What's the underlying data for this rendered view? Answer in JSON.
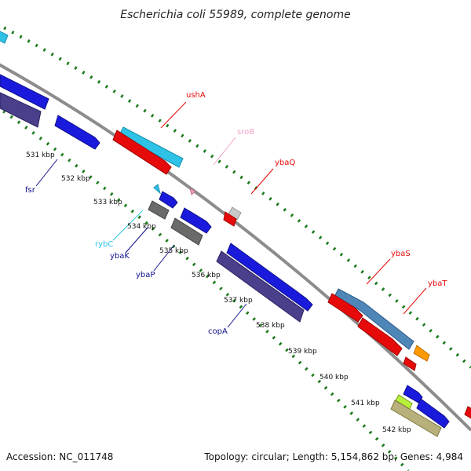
{
  "title": "Escherichia coli 55989, complete genome",
  "footer": {
    "accession": "Accession: NC_011748",
    "topology": "Topology: circular; Length: 5,154,862 bp; Genes: 4,984"
  },
  "ticks": [
    "531 kbp",
    "532 kbp",
    "533 kbp",
    "534 kbp",
    "535 kbp",
    "536 kbp",
    "537 kbp",
    "538 kbp",
    "539 kbp",
    "540 kbp",
    "541 kbp",
    "542 kbp"
  ],
  "genes": {
    "ushA": "ushA",
    "sroB": "sroB",
    "ybaQ": "ybaQ",
    "fsr": "fsr",
    "rybC": "rybC",
    "ybaK": "ybaK",
    "ybaP": "ybaP",
    "ybaS": "ybaS",
    "ybaT": "ybaT",
    "copA": "copA"
  },
  "colors": {
    "backbone": "#8c8c8c",
    "dots": "#1a7a1a",
    "blue": "#1a1adc",
    "darkblue": "#4a3f8a",
    "cyan": "#2ec3e6",
    "red": "#e60a0a",
    "gray": "#6a6a6a",
    "steelblue": "#4f86b8",
    "orange": "#ff9900",
    "khaki": "#b8b07a",
    "lime": "#b6f03a",
    "pink": "#f0a0c8",
    "lightgray": "#c8c8c8"
  }
}
